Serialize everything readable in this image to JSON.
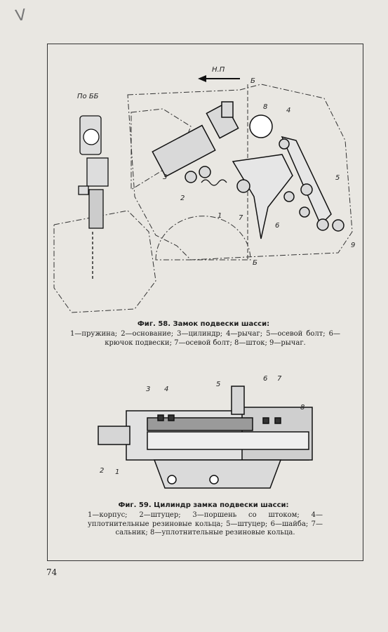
{
  "page": {
    "corner_mark": "V",
    "number": "74"
  },
  "fig58": {
    "title": "Фиг. 58. Замок подвески шасси:",
    "legend": "1—пружина; 2—основание; 3—цилиндр; 4—рычаг; 5—осевой болт; 6—крючок подвески; 7—осевой болт; 8—шток; 9—рычаг.",
    "labels": {
      "direction": "Н.П",
      "section_view": "По ББ",
      "section_top": "Б",
      "section_bottom": "Б",
      "n1": "1",
      "n2": "2",
      "n3": "3",
      "n4": "4",
      "n5": "5",
      "n6": "6",
      "n7": "7",
      "n8": "8",
      "n9": "9"
    }
  },
  "fig59": {
    "title": "Фиг. 59. Цилиндр замка подвески шасси:",
    "legend": "1—корпус; 2—штуцер; 3—поршень со штоком; 4—уплотнительные резиновые кольца; 5—штуцер; 6—шайба; 7—сальник; 8—уплотнительные резиновые кольца.",
    "labels": {
      "n1": "1",
      "n2": "2",
      "n3": "3",
      "n4": "4",
      "n5": "5",
      "n6": "6",
      "n7": "7",
      "n8": "8"
    }
  }
}
